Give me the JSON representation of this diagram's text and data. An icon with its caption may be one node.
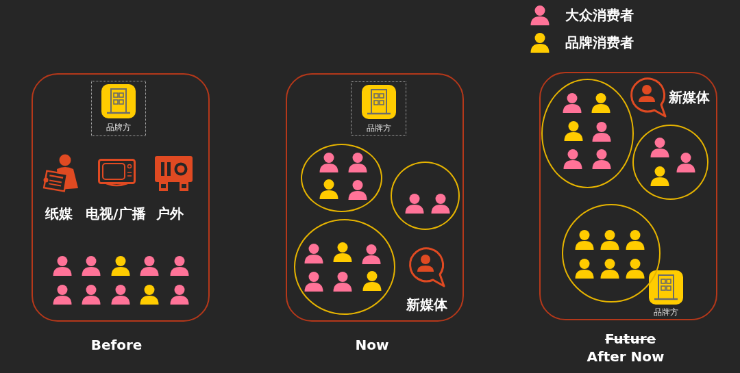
{
  "diagram": {
    "nodes": [
      {
        "text": [],
        "shape": "box",
        "beside": [
          "Before"
        ]
      },
      {
        "text": [
          "品牌方"
        ],
        "in": 0
      },
      {
        "text": [],
        "shape": "box",
        "beside": [
          "Now"
        ]
      },
      {
        "text": [
          "品牌方"
        ],
        "in": 2
      },
      {
        "text": [],
        "shape": "circle",
        "in": 2
      },
      {
        "text": [],
        "shape": "circle",
        "in": 2
      },
      {
        "text": [],
        "shape": "circle",
        "in": 2
      },
      {
        "text": [],
        "shape": "box",
        "beside": [
          "Future",
          "After Now"
        ]
      },
      {
        "text": [],
        "shape": "circle",
        "in": 7
      },
      {
        "text": [],
        "shape": "circle",
        "in": 7
      },
      {
        "text": [],
        "shape": "circle",
        "in": 7
      }
    ],
    "labels": [
      "纸媒",
      "电视/广播",
      "户外",
      "新媒体",
      "新媒体",
      "品牌方"
    ],
    "legend": [
      {
        "text": "大众消费者"
      },
      {
        "text": "品牌消费者"
      }
    ]
  }
}
